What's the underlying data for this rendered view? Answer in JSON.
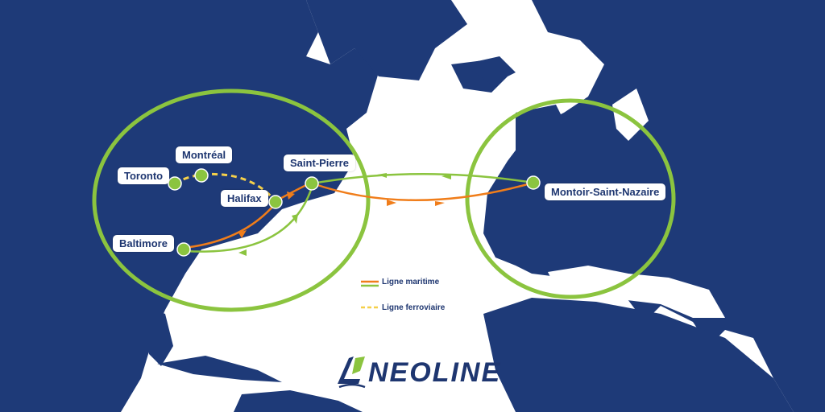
{
  "cities": {
    "toronto": "Toronto",
    "montreal": "Montréal",
    "halifax": "Halifax",
    "saint_pierre": "Saint-Pierre",
    "baltimore": "Baltimore",
    "montoir": "Montoir-Saint-Nazaire"
  },
  "legend": {
    "maritime": "Ligne maritime",
    "rail": "Ligne ferroviaire"
  },
  "brand": {
    "name": "NEOLINE"
  },
  "colors": {
    "land": "#1e3a78",
    "ocean": "#ffffff",
    "green": "#8bc43f",
    "orange": "#f07d1a",
    "rail": "#f5d04a",
    "text": "#1e3670"
  }
}
